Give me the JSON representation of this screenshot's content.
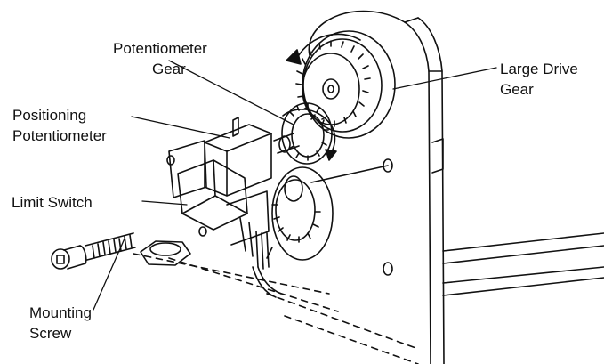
{
  "labels": {
    "potentiometer_gear": [
      "Potentiometer",
      "Gear"
    ],
    "positioning_potentiometer": [
      "Positioning",
      "Potentiometer"
    ],
    "limit_switch": "Limit Switch",
    "mounting_screw": [
      "Mounting",
      "Screw"
    ],
    "large_drive_gear": [
      "Large Drive",
      "Gear"
    ]
  },
  "colors": {
    "line": "#111111",
    "background": "#ffffff"
  }
}
